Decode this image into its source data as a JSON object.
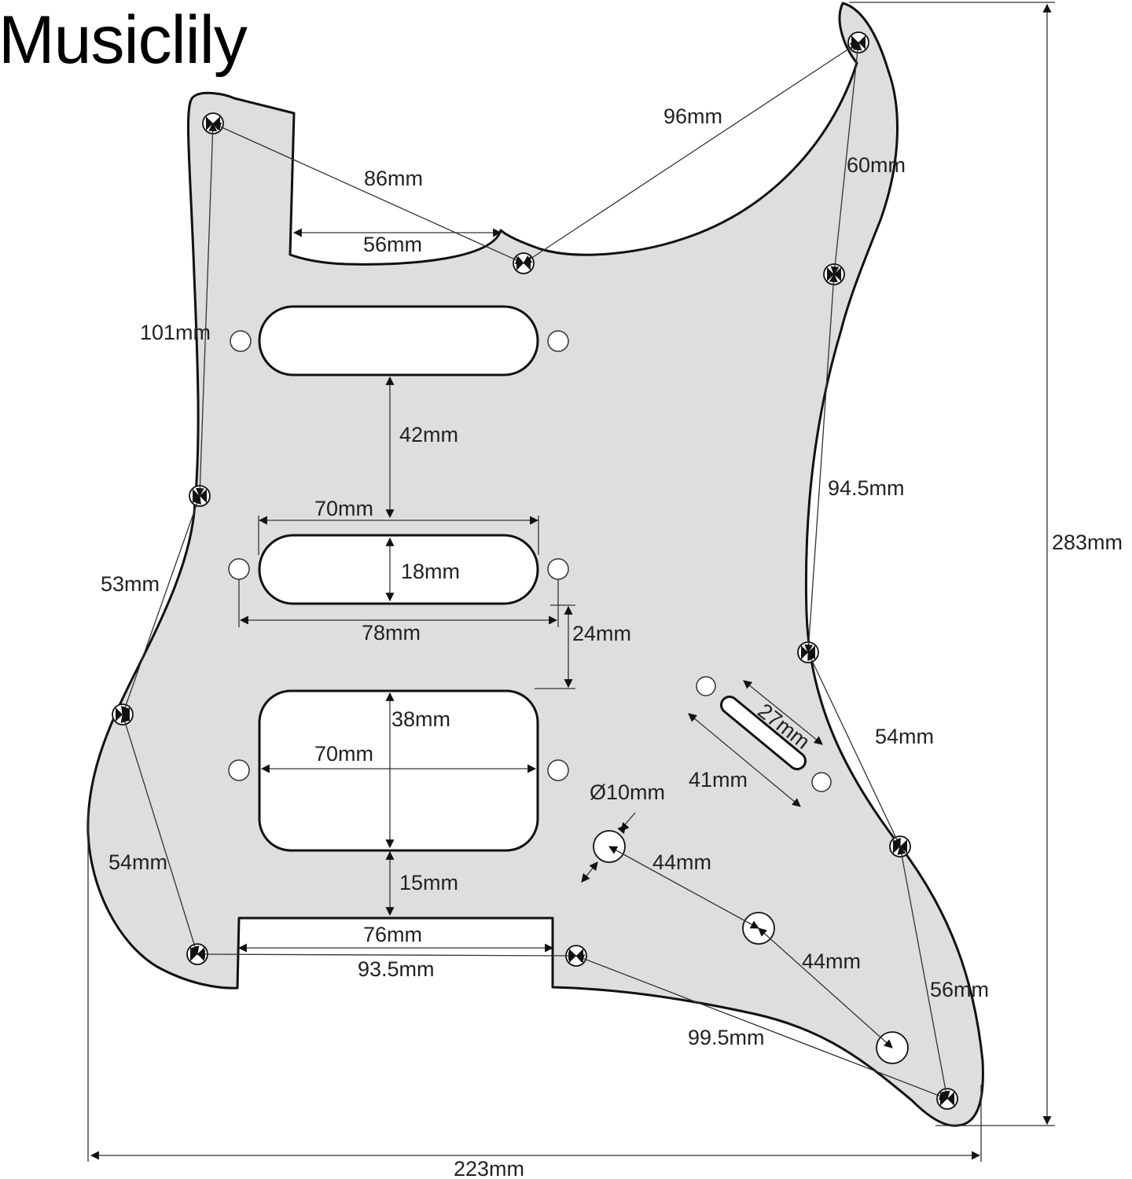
{
  "brand": {
    "name": "Musiclily"
  },
  "colors": {
    "body": "#dedede",
    "outline": "#111111",
    "dimension": "#333333",
    "background": "#ffffff"
  },
  "overall": {
    "height": "283mm",
    "width": "223mm"
  },
  "mounting_holes": {
    "top_left_to_neck_right": "86mm",
    "neck_right_to_top_right": "96mm",
    "top_right_to_right_upper": "60mm",
    "right_upper_to_right_mid": "94.5mm",
    "right_mid_to_right_lower": "54mm",
    "right_lower_to_bottom_right": "56mm",
    "top_left_to_left_upper": "101mm",
    "left_upper_to_left_lower": "53mm",
    "left_lower_to_bottom_left": "54mm",
    "bottom_left_to_bottom_mid": "93.5mm",
    "bottom_mid_to_bottom_right": "99.5mm"
  },
  "neck_cutout": {
    "width": "56mm"
  },
  "neck_to_middle_pickup": "42mm",
  "single_coil_pickups": {
    "route_length": "70mm",
    "route_width": "18mm",
    "screw_spacing": "78mm"
  },
  "middle_to_bridge_pickup": "24mm",
  "humbucker_pickup": {
    "route_length": "70mm",
    "route_width": "38mm"
  },
  "bridge_pickup_to_bottom_cutout": "15mm",
  "bottom_cutout": {
    "width": "76mm"
  },
  "switch_slot": {
    "slot_length": "27mm",
    "screw_spacing": "41mm"
  },
  "control_holes": {
    "diameter": "Ø10mm",
    "volume_to_tone1": "44mm",
    "tone1_to_tone2": "44mm"
  }
}
